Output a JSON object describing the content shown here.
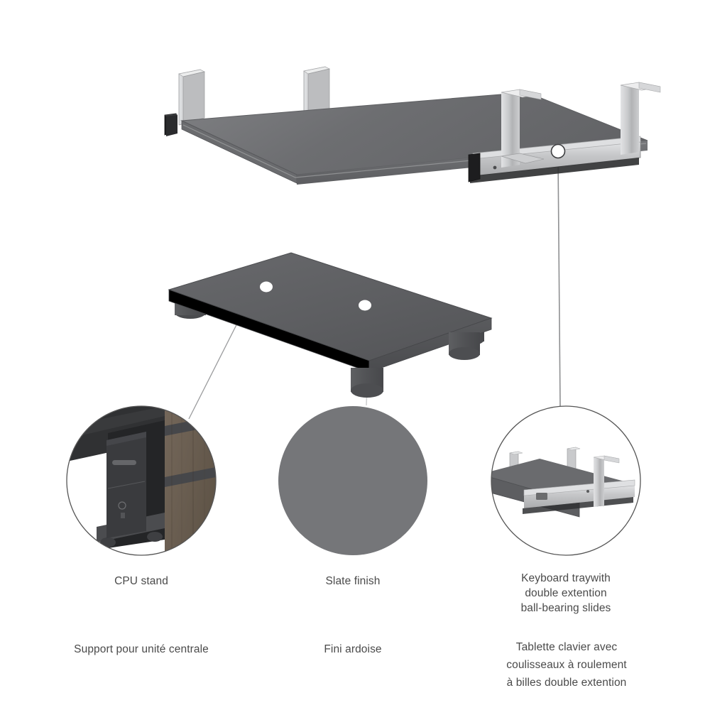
{
  "page": {
    "background": "#ffffff",
    "text_color": "#4a4a4a"
  },
  "palette": {
    "tray_top": "#6e6f72",
    "tray_top_light": "#7b7c7f",
    "tray_edge": "#5a5b5e",
    "bracket_light": "#d0d1d3",
    "bracket_mid": "#b9babc",
    "bracket_dark": "#9b9c9e",
    "end_cap_black": "#1d1d1f",
    "stand_top": "#5e5f62",
    "stand_side": "#4f5053",
    "stand_foot": "#56575a",
    "slate_swatch": "#757679",
    "wood": "#6b5f52",
    "wood_dark": "#5d5346",
    "tower_body": "#3a3b3e",
    "tower_face": "#313235",
    "circle_stroke": "#555555",
    "leader_line": "#8a8a8a",
    "hole_white": "#ffffff"
  },
  "illustrations": {
    "keyboard_tray": {
      "name": "Keyboard tray with double extension ball-bearing slides",
      "callout_dot_label": "slide-mechanism-callout"
    },
    "cpu_stand": {
      "name": "CPU stand platform with four feet",
      "hole_count": 2,
      "foot_count": 4
    }
  },
  "details": [
    {
      "id": "cpu-stand",
      "caption_en": "CPU stand",
      "caption_fr": "Support pour unité centrale",
      "circle_type": "photo",
      "photo_description": "Computer tower sitting on a CPU stand beside a wood-grain desk panel"
    },
    {
      "id": "slate-finish",
      "caption_en": "Slate finish",
      "caption_fr": "Fini ardoise",
      "circle_type": "swatch",
      "swatch_color": "#757679"
    },
    {
      "id": "keyboard-tray",
      "caption_en_lines": [
        "Keyboard traywith",
        "double extention",
        "ball-bearing slides"
      ],
      "caption_fr_lines": [
        "Tablette clavier avec",
        "coulisseaux à roulement",
        "à billes double extention"
      ],
      "circle_type": "illustration",
      "illustration_description": "Close-up of keyboard tray with ball-bearing slide rail and mounting brackets"
    }
  ]
}
